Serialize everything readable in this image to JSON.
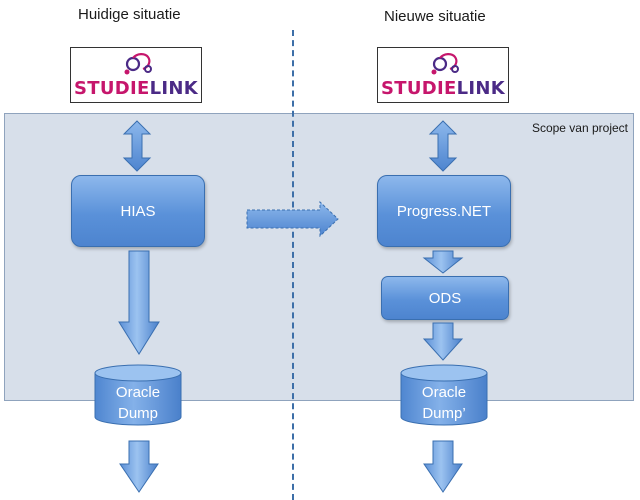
{
  "left": {
    "heading": "Huidige situatie",
    "system": "HIAS",
    "db_line1": "Oracle",
    "db_line2": "Dump"
  },
  "right": {
    "heading": "Nieuwe situatie",
    "system": "Progress.NET",
    "store": "ODS",
    "db_line1": "Oracle",
    "db_line2": "Dump’"
  },
  "scope_label": "Scope van project",
  "logo": {
    "part1": "STUDIE",
    "part2": "LINK"
  },
  "colors": {
    "box": "#5a91d9",
    "scope": "#d7dfea",
    "divider": "#3d6fa8",
    "studie": "#c6166c",
    "link": "#4b2a86"
  }
}
